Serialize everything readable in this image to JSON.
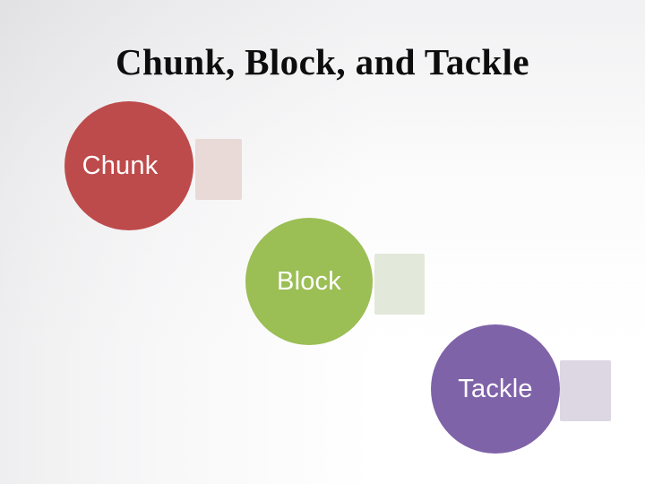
{
  "slide": {
    "title": "Chunk, Block, and Tackle",
    "background_color": "#ffffff",
    "background_wash_color": "#f0f0f2",
    "title_color": "#0d0d0d"
  },
  "nodes": [
    {
      "key": "chunk",
      "label": "Chunk",
      "bubble_color": "#be4b4b",
      "shade_color": "#e9d9d7",
      "label_color": "#ffffff"
    },
    {
      "key": "block",
      "label": "Block",
      "bubble_color": "#9bbe55",
      "shade_color": "#e2e8da",
      "label_color": "#ffffff"
    },
    {
      "key": "tackle",
      "label": "Tackle",
      "bubble_color": "#7f63a8",
      "shade_color": "#dcd7e3",
      "label_color": "#ffffff"
    }
  ]
}
